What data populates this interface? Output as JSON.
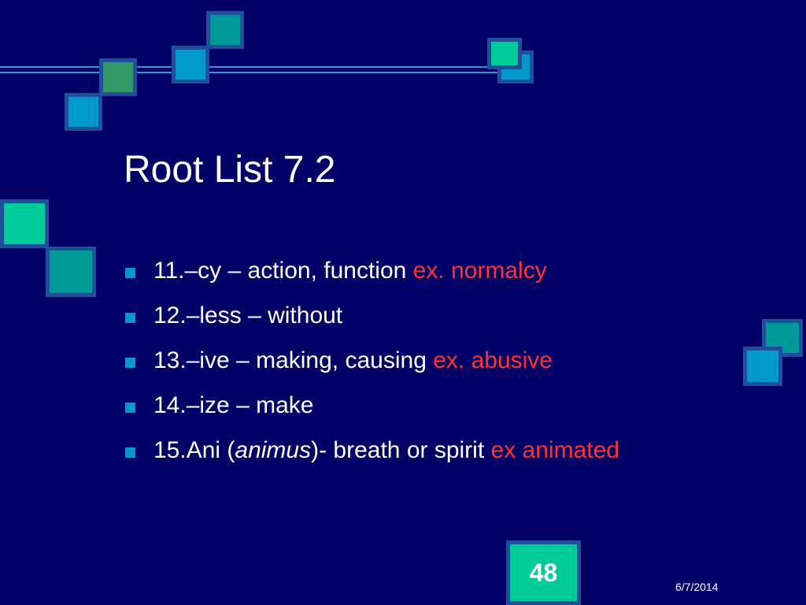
{
  "slide": {
    "title": "Root List 7.2",
    "bullets": [
      {
        "main": "11.–cy – action, function ",
        "italic": "",
        "after": "",
        "example": "ex. normalcy"
      },
      {
        "main": "12.–less – without",
        "italic": "",
        "after": "",
        "example": ""
      },
      {
        "main": "13.–ive – making, causing ",
        "italic": "",
        "after": "",
        "example": "ex. abusive"
      },
      {
        "main": "14.–ize – make",
        "italic": "",
        "after": "",
        "example": ""
      },
      {
        "main": "15.Ani (",
        "italic": "animus",
        "after": ")- breath or spirit ",
        "example": "ex animated"
      }
    ],
    "page_number": "48",
    "date": "6/7/2014"
  },
  "colors": {
    "background": "#000066",
    "title_text": "#ffffff",
    "example_text": "#ff3333",
    "bullet_mark": "#0099cc",
    "page_box": "#00cc99"
  }
}
